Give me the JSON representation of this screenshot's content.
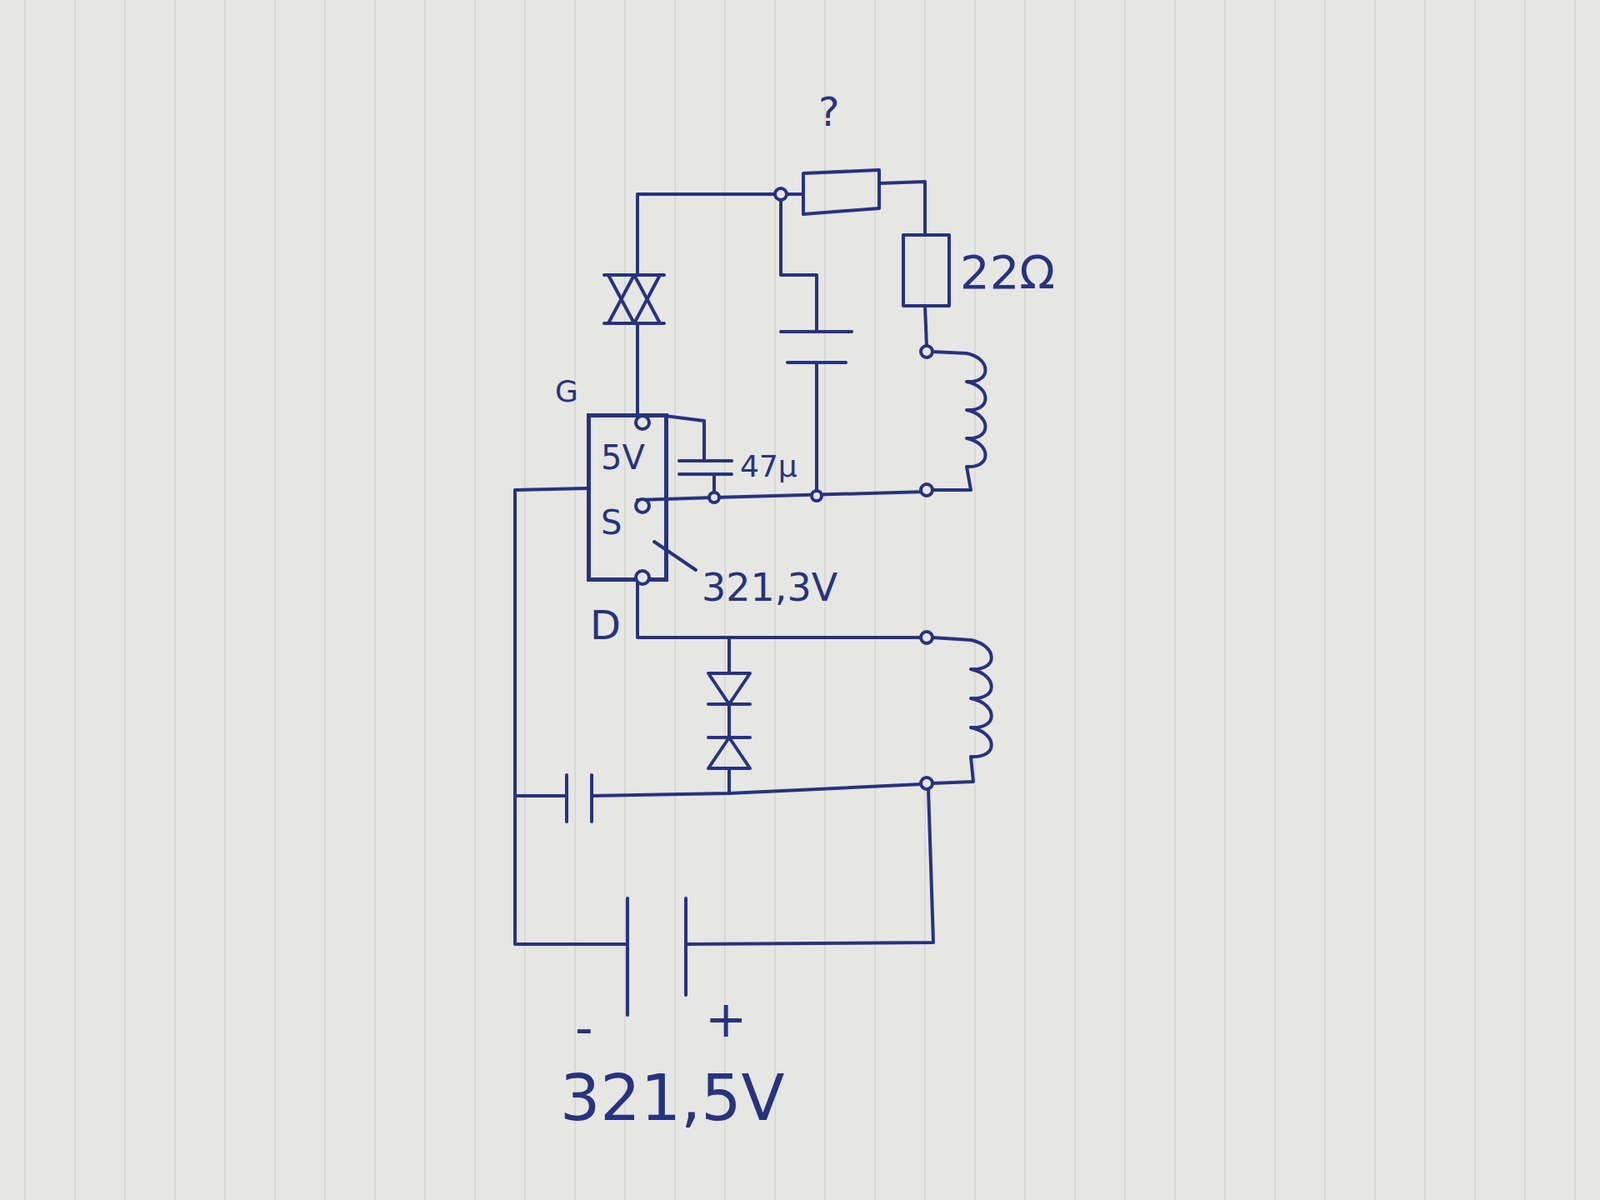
{
  "diagram": {
    "nodes": [
      {
        "text": [
          "5V",
          "S"
        ]
      }
    ],
    "labels": [
      "?",
      "22Ω",
      "G",
      "47µ",
      "321,3V",
      "D",
      "-",
      "+",
      "321,5V"
    ]
  }
}
